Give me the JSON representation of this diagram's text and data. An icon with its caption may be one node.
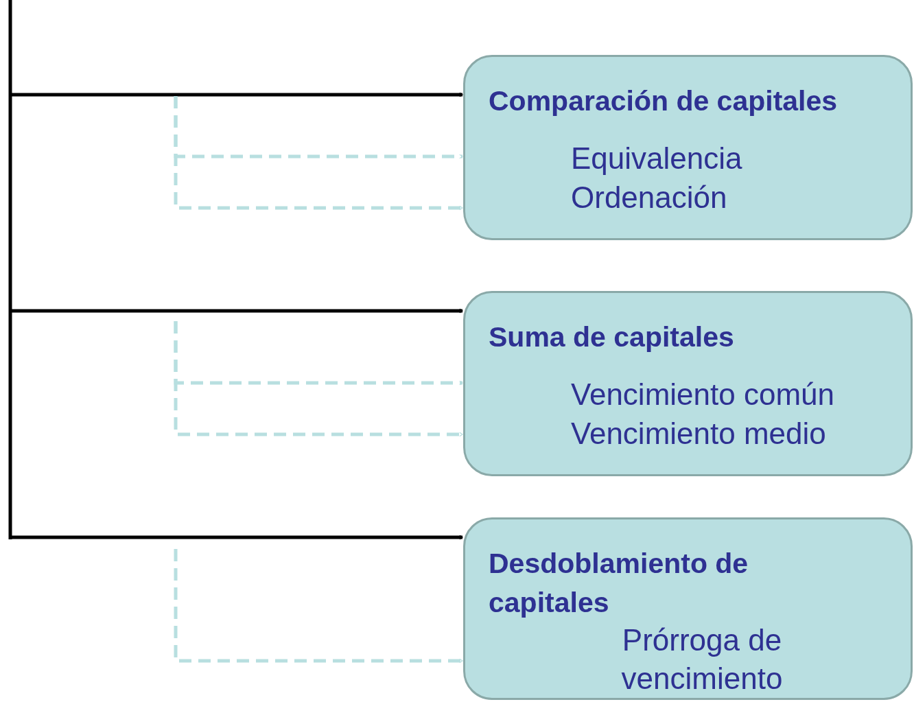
{
  "diagram": {
    "nodes": [
      {
        "text": [
          "Comparación de capitales",
          "Equivalencia",
          "Ordenación"
        ]
      },
      {
        "text": [
          "Suma de capitales",
          "Vencimiento común",
          "Vencimiento medio"
        ]
      },
      {
        "text": [
          "Desdoblamiento de capitales",
          "Prórroga de vencimiento"
        ]
      }
    ],
    "edges": [
      {
        "from": null,
        "to": 0,
        "arrow": "to",
        "color": "#000000"
      },
      {
        "from": null,
        "to": 0,
        "arrow": "to",
        "style": "dashed",
        "color": "#b8dfe0"
      },
      {
        "from": null,
        "to": 0,
        "arrow": "to",
        "style": "dashed",
        "color": "#b8dfe0"
      },
      {
        "from": null,
        "to": 1,
        "arrow": "to",
        "color": "#000000"
      },
      {
        "from": null,
        "to": 1,
        "arrow": "to",
        "style": "dashed",
        "color": "#b8dfe0"
      },
      {
        "from": null,
        "to": 1,
        "arrow": "to",
        "style": "dashed",
        "color": "#b8dfe0"
      },
      {
        "from": null,
        "to": 2,
        "arrow": "to",
        "color": "#000000"
      },
      {
        "from": null,
        "to": 2,
        "arrow": "to",
        "style": "dashed",
        "color": "#b8dfe0"
      }
    ]
  }
}
